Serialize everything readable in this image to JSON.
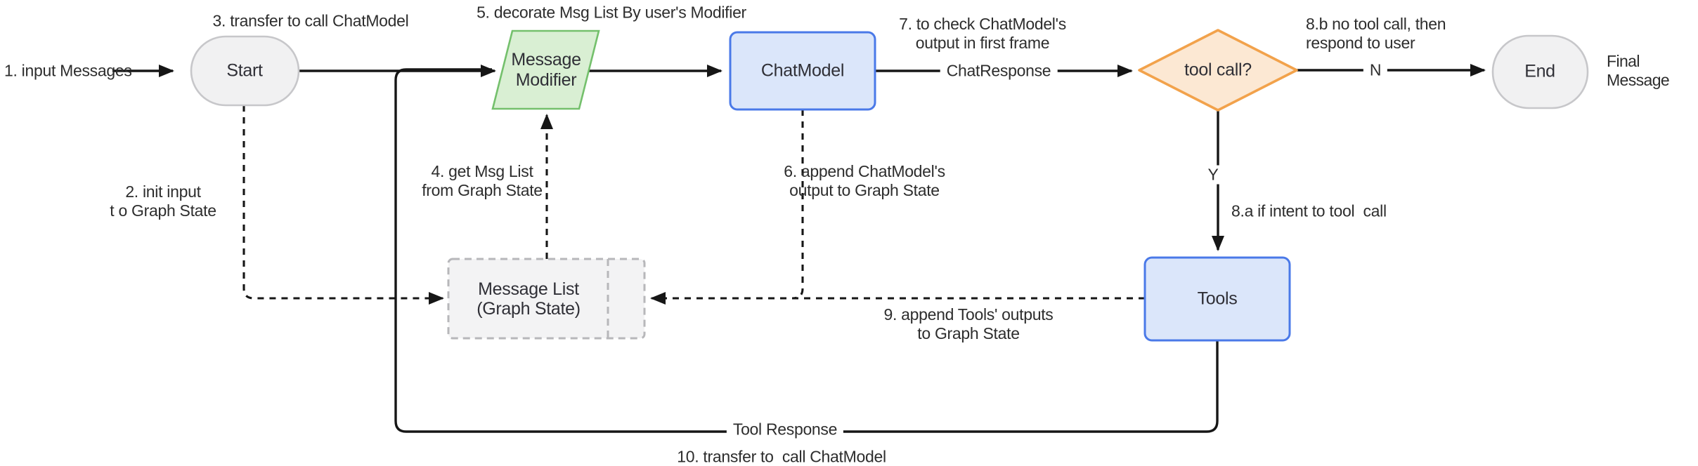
{
  "diagram": {
    "nodes": {
      "start": {
        "label": "Start"
      },
      "message_modifier": {
        "label": "Message\nModifier"
      },
      "chatmodel": {
        "label": "ChatModel"
      },
      "tool_call": {
        "label": "tool call?"
      },
      "end": {
        "label": "End"
      },
      "message_list": {
        "label": "Message List\n(Graph State)"
      },
      "tools": {
        "label": "Tools"
      }
    },
    "edge_labels": {
      "input_messages": "1. input Messages",
      "chat_response": "ChatResponse",
      "n": "N",
      "y": "Y",
      "tool_response": "Tool Response",
      "final_message": "Final Message"
    },
    "annotations": {
      "step2": "2. init input\nt o Graph State",
      "step3": "3. transfer to call ChatModel",
      "step4": "4. get Msg List\nfrom Graph State",
      "step5": "5. decorate Msg List By user's Modifier",
      "step6": "6. append ChatModel's\noutput to Graph State",
      "step7": "7. to check ChatModel's\noutput in first frame",
      "step8a": "8.a if intent to tool  call",
      "step8b": "8.b no tool call, then\nrespond to user",
      "step9": "9. append Tools' outputs\nto Graph State",
      "step10": "10. transfer to  call ChatModel"
    },
    "colors": {
      "line": "#161616",
      "gray_fill": "#f1f1f2",
      "gray_border": "#c7c7ca",
      "green_fill": "#d9efd3",
      "green_border": "#74c06c",
      "blue_fill": "#dbe6fa",
      "blue_border": "#4a79e8",
      "orange_fill": "#fce8d3",
      "orange_border": "#f2a24b",
      "state_fill": "#f3f3f4",
      "state_border": "#b7b7ba"
    }
  }
}
